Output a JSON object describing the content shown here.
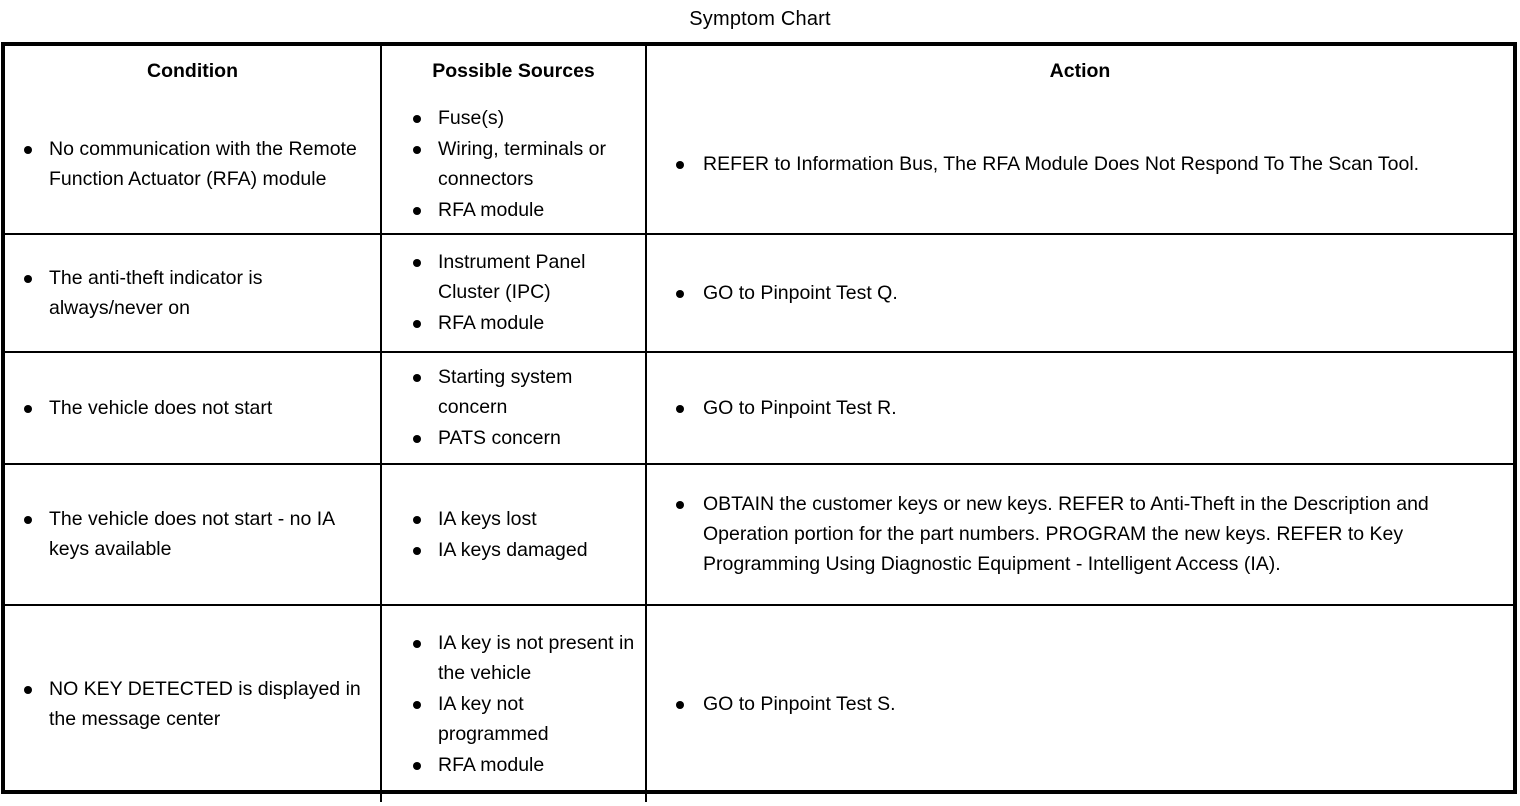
{
  "document": {
    "title": "Symptom Chart"
  },
  "table": {
    "headers": [
      "Condition",
      "Possible Sources",
      "Action"
    ],
    "rows": [
      {
        "condition": [
          "No communication with the Remote Function Actuator (RFA) module"
        ],
        "possible_sources": [
          "Fuse(s)",
          "Wiring, terminals or connectors",
          "RFA module"
        ],
        "action": [
          "REFER to Information Bus, The RFA Module Does Not Respond To The Scan Tool."
        ]
      },
      {
        "condition": [
          "The anti-theft indicator is always/never on"
        ],
        "possible_sources": [
          "Instrument Panel Cluster (IPC)",
          "RFA module"
        ],
        "action": [
          "GO to Pinpoint Test Q."
        ]
      },
      {
        "condition": [
          "The vehicle does not start"
        ],
        "possible_sources": [
          "Starting system concern",
          "PATS concern"
        ],
        "action": [
          "GO to Pinpoint Test R."
        ]
      },
      {
        "condition": [
          "The vehicle does not start - no IA keys available"
        ],
        "possible_sources": [
          "IA keys lost",
          "IA keys damaged"
        ],
        "action": [
          "OBTAIN the customer keys or new keys. REFER to Anti-Theft in the Description and Operation portion for the part numbers. PROGRAM the new keys. REFER to Key Programming Using Diagnostic Equipment - Intelligent Access (IA)."
        ]
      },
      {
        "condition": [
          "NO KEY DETECTED is displayed in the message center"
        ],
        "possible_sources": [
          "IA key is not present in the vehicle",
          "IA key not programmed",
          "RFA module"
        ],
        "action": [
          "GO to Pinpoint Test S."
        ]
      }
    ]
  },
  "colors": {
    "border": "#000000",
    "text": "#000000",
    "background": "#ffffff"
  }
}
